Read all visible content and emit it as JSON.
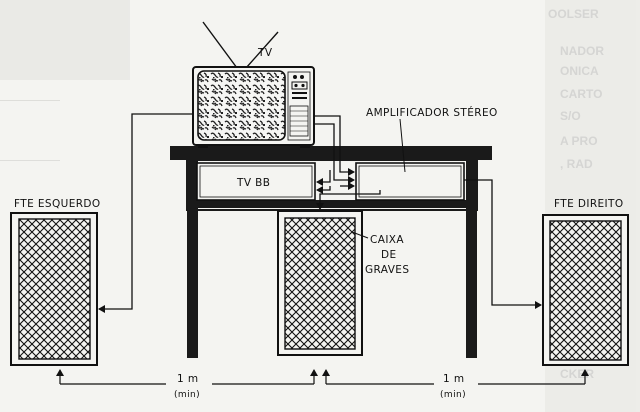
{
  "labels": {
    "tv": "TV",
    "amplifier": "AMPLIFICADOR STÉREO",
    "tv_bb": "TV BB",
    "left_speaker": "FTE ESQUERDO",
    "right_speaker": "FTE DIREITO",
    "subwoofer_line1": "CAIXA",
    "subwoofer_line2": "DE",
    "subwoofer_line3": "GRAVES",
    "distance_left": "1 m",
    "distance_left_note": "(min)",
    "distance_right": "1 m",
    "distance_right_note": "(min)"
  },
  "colors": {
    "ink": "#111111",
    "paper": "#f4f4f1"
  }
}
